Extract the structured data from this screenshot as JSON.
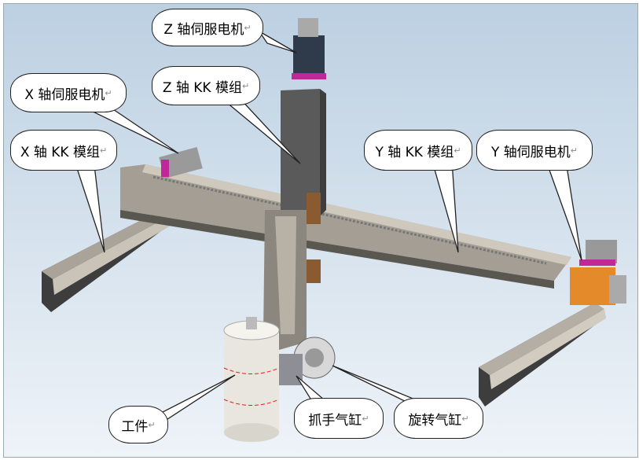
{
  "callouts": {
    "z_motor": "Z 轴伺服电机",
    "z_kk": "Z 轴 KK 模组",
    "x_motor": "X 轴伺服电机",
    "x_kk": "X 轴 KK 模组",
    "y_kk": "Y 轴 KK 模组",
    "y_motor": "Y 轴伺服电机",
    "workpiece": "工件",
    "gripper_cylinder": "抓手气缸",
    "rotary_cylinder": "旋转气缸"
  },
  "paragraph_mark": "↵",
  "colors": {
    "frame": "#8f8a80",
    "base": "#3a3a3a",
    "motor": "#2f3a4a",
    "accent": "#c0289a",
    "bracket": "#8a5a30"
  }
}
